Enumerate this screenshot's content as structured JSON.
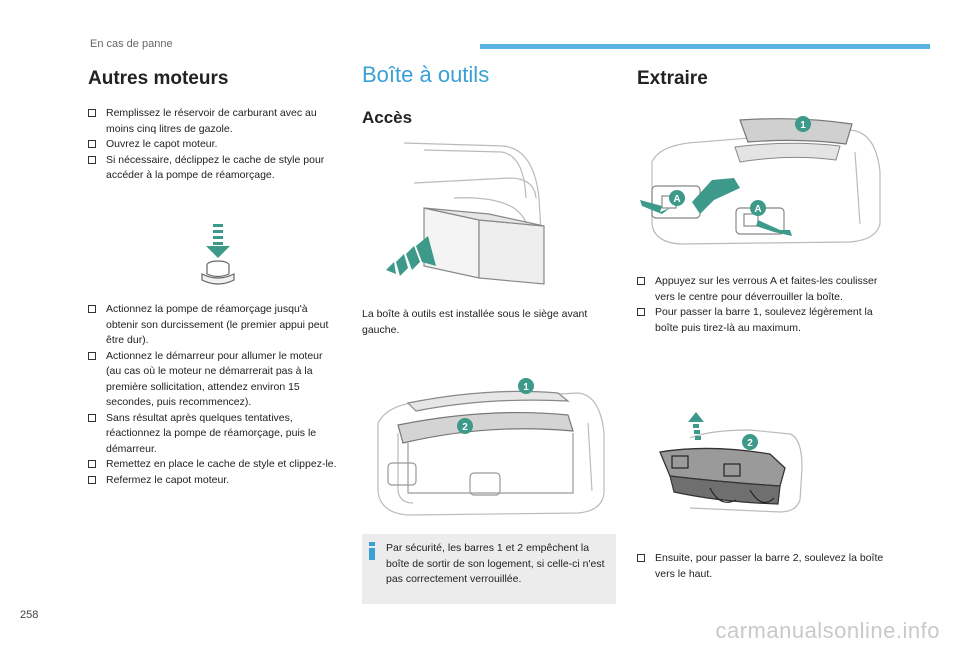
{
  "header": {
    "section_label": "En cas de panne"
  },
  "left": {
    "title": "Autres moteurs",
    "bullets_top": [
      "Remplissez le réservoir de carburant avec au moins cinq litres de gazole.",
      "Ouvrez le capot moteur.",
      "Si nécessaire, déclippez le cache de style pour accéder à la pompe de réamorçage."
    ],
    "bullets_bottom": [
      "Actionnez la pompe de réamorçage jusqu'à obtenir son durcissement (le premier appui peut être dur).",
      "Actionnez le démarreur pour allumer le moteur (au cas où le moteur ne démarrerait pas à la première sollicitation, attendez environ 15 secondes, puis recommencez).",
      "Sans résultat après quelques tentatives, réactionnez la pompe de réamorçage, puis le démarreur.",
      "Remettez en place le cache de style et clippez-le.",
      "Refermez le capot moteur."
    ]
  },
  "middle": {
    "title": "Boîte à outils",
    "subtitle": "Accès",
    "access_text": "La boîte à outils est installée sous le siège avant gauche.",
    "note": "Par sécurité, les barres 1 et 2 empêchent la boîte de sortir de son logement, si celle-ci n'est pas correctement verrouillée.",
    "callouts": [
      "1",
      "2"
    ]
  },
  "right": {
    "title": "Extraire",
    "bullets_top": [
      "Appuyez sur les verrous A et faites-les coulisser vers le centre pour déverrouiller la boîte.",
      "Pour passer la barre 1, soulevez légèrement la boîte puis tirez-là au maximum."
    ],
    "bullets_bottom": [
      "Ensuite, pour passer la barre 2, soulevez la boîte vers le haut."
    ],
    "callouts": [
      "1",
      "A",
      "A",
      "2"
    ]
  },
  "footer": {
    "page_number": "258",
    "watermark": "carmanualsonline.info"
  },
  "colors": {
    "accent": "#3aa0d6",
    "callout": "#3d9a8a",
    "arrow": "#3d9a8a",
    "note_bg": "#ececec",
    "header_bar": "#5ab3e0"
  }
}
